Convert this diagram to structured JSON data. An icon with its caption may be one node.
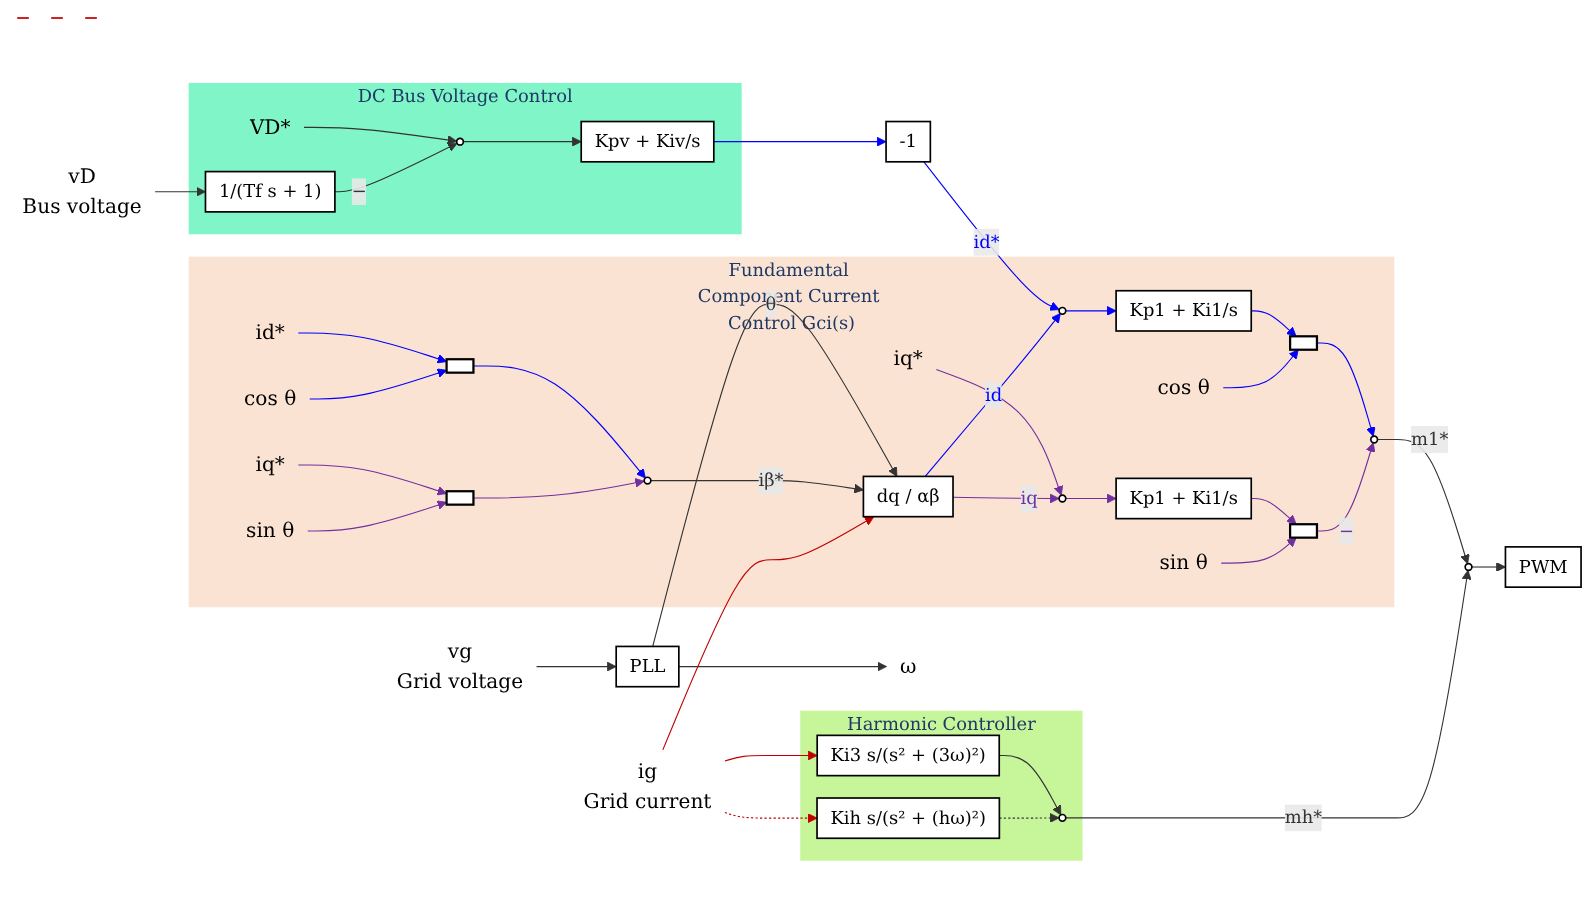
{
  "diagram": {
    "nodes": [
      {
        "text": [
          "DC Bus Voltage Control"
        ]
      },
      {
        "text": [
          "VD*"
        ],
        "in": 0
      },
      {
        "text": [],
        "shape": "circle",
        "in": 0
      },
      {
        "text": [
          "Kpv + Kiv/s"
        ],
        "in": 0
      },
      {
        "text": [
          "1/(Tf s + 1)"
        ],
        "in": 0
      },
      {
        "text": [
          "vD"
        ],
        "beside": [
          "Bus voltage"
        ]
      },
      {
        "text": [
          "-1"
        ]
      },
      {
        "text": [
          "Fundamental Component Current Control Gci(s)"
        ]
      },
      {
        "text": [],
        "shape": "circle",
        "in": 7
      },
      {
        "text": [
          "Kp1 + Ki1/s"
        ],
        "in": 7
      },
      {
        "text": [],
        "shape": "box",
        "in": 7
      },
      {
        "text": [
          "cos θ"
        ],
        "in": 7
      },
      {
        "text": [],
        "shape": "circle",
        "in": 7
      },
      {
        "text": [
          "iq*"
        ],
        "in": 7
      },
      {
        "text": [],
        "shape": "circle",
        "in": 7
      },
      {
        "text": [
          "Kp1 + Ki1/s"
        ],
        "in": 7
      },
      {
        "text": [],
        "shape": "box",
        "in": 7
      },
      {
        "text": [
          "sin θ"
        ],
        "in": 7
      },
      {
        "text": [
          "dq / αβ"
        ],
        "in": 7
      },
      {
        "text": [
          "id*"
        ],
        "in": 7
      },
      {
        "text": [],
        "shape": "box",
        "in": 7
      },
      {
        "text": [
          "iq*"
        ],
        "in": 7
      },
      {
        "text": [],
        "shape": "box",
        "in": 7
      },
      {
        "text": [],
        "shape": "circle",
        "in": 7
      },
      {
        "text": [
          "cos θ"
        ],
        "in": 7
      },
      {
        "text": [
          "sin θ"
        ],
        "in": 7
      },
      {
        "text": [
          "vg"
        ],
        "beside": [
          "Grid voltage"
        ]
      },
      {
        "text": [
          "PLL"
        ]
      },
      {
        "text": [
          "ω"
        ]
      },
      {
        "text": [
          "Harmonic Controller"
        ]
      },
      {
        "text": [
          "Ki3 s/(s² + (3ω)²)"
        ],
        "in": 29
      },
      {
        "text": [
          "Kih s/(s² + (hω)²)"
        ],
        "in": 29
      },
      {
        "text": [],
        "shape": "circle",
        "in": 29
      },
      {
        "text": [],
        "shape": "circle"
      },
      {
        "text": [
          "PWM"
        ]
      },
      {
        "text": [
          "ig"
        ],
        "beside": [
          "Grid current"
        ]
      }
    ],
    "edges": [
      {
        "from": 1,
        "to": 2,
        "arrow": "to"
      },
      {
        "from": 2,
        "to": 3,
        "arrow": "to"
      },
      {
        "from": 4,
        "to": 2,
        "arrow": "to",
        "label": "−"
      },
      {
        "from": 5,
        "to": 4,
        "arrow": "to"
      },
      {
        "from": 3,
        "to": 6,
        "arrow": "to",
        "color": "#0000ff"
      },
      {
        "from": 6,
        "to": 8,
        "arrow": "to",
        "label": "id*",
        "color": "#0000ff"
      },
      {
        "from": 8,
        "to": 9,
        "arrow": "to",
        "color": "#0000ff"
      },
      {
        "from": 9,
        "to": 10,
        "arrow": "to",
        "color": "#0000ff"
      },
      {
        "from": 11,
        "to": 10,
        "arrow": "to",
        "color": "#0000ff"
      },
      {
        "from": 10,
        "to": 12,
        "arrow": "to",
        "color": "#0000ff"
      },
      {
        "from": 13,
        "to": 14,
        "arrow": "to",
        "color": "#7030a0"
      },
      {
        "from": 14,
        "to": 15,
        "arrow": "to",
        "color": "#7030a0"
      },
      {
        "from": 15,
        "to": 16,
        "arrow": "to",
        "color": "#7030a0"
      },
      {
        "from": 17,
        "to": 16,
        "arrow": "to",
        "color": "#7030a0"
      },
      {
        "from": 16,
        "to": 12,
        "arrow": "to",
        "label": "−",
        "color": "#7030a0"
      },
      {
        "from": 18,
        "to": 8,
        "arrow": "to",
        "label": "id",
        "color": "#0000ff"
      },
      {
        "from": 18,
        "to": 14,
        "arrow": "to",
        "label": "iq",
        "color": "#7030a0"
      },
      {
        "from": 27,
        "to": 18,
        "arrow": "to",
        "label": "θ"
      },
      {
        "from": 23,
        "to": 18,
        "arrow": "to",
        "label": "iβ*"
      },
      {
        "from": 19,
        "to": 20,
        "arrow": "to",
        "color": "#0000ff"
      },
      {
        "from": 24,
        "to": 20,
        "arrow": "to",
        "color": "#0000ff"
      },
      {
        "from": 20,
        "to": 23,
        "arrow": "to",
        "color": "#0000ff"
      },
      {
        "from": 21,
        "to": 22,
        "arrow": "to",
        "color": "#7030a0"
      },
      {
        "from": 25,
        "to": 22,
        "arrow": "to",
        "color": "#7030a0"
      },
      {
        "from": 22,
        "to": 23,
        "arrow": "to",
        "color": "#7030a0"
      },
      {
        "from": 26,
        "to": 27,
        "arrow": "to"
      },
      {
        "from": 27,
        "to": 28,
        "arrow": "to"
      },
      {
        "from": 12,
        "to": 33,
        "arrow": "to",
        "label": "m1*"
      },
      {
        "from": 35,
        "to": 18,
        "arrow": "to",
        "color": "#c00000"
      },
      {
        "from": 35,
        "to": 30,
        "arrow": "to",
        "color": "#c00000"
      },
      {
        "from": 35,
        "to": 31,
        "arrow": "to",
        "style": "dashed",
        "color": "#c00000"
      },
      {
        "from": 30,
        "to": 32,
        "arrow": "to"
      },
      {
        "from": 31,
        "to": 32,
        "arrow": "to",
        "style": "dashed"
      },
      {
        "from": 32,
        "to": 33,
        "arrow": "to",
        "label": "mh*"
      },
      {
        "from": 33,
        "to": 34,
        "arrow": "to"
      }
    ],
    "labels": [
      "−",
      "−",
      "−"
    ]
  }
}
